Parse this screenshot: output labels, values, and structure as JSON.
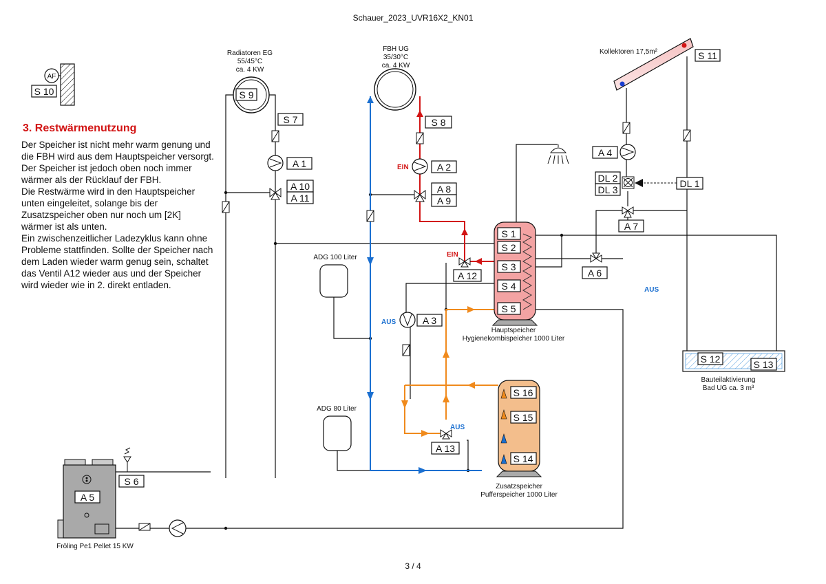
{
  "header": {
    "title": "Schauer_2023_UVR16X2_KN01"
  },
  "footer": {
    "page": "3 / 4"
  },
  "section": {
    "heading": "3. Restwärmenutzung",
    "lines": [
      "Der Speicher ist nicht mehr warm genung und",
      "die FBH wird aus dem Hauptspeicher versorgt.",
      "Der Speicher ist jedoch oben noch immer",
      "wärmer als der Rücklauf der FBH.",
      "Die Restwärme wird in den Hauptspeicher",
      "unten eingeleitet, solange bis der",
      "Zusatzspeicher oben nur noch um [2K]",
      "wärmer ist als unten.",
      "Ein zwischenzeitlicher Ladezyklus kann ohne",
      "Probleme stattfinden. Sollte der Speicher nach",
      "dem Laden wieder warm genug sein, schaltet",
      "das Ventil A12 wieder aus und der Speicher",
      "wird wieder wie in 2. direkt entladen."
    ]
  },
  "outdoor": {
    "icon_label": "AF",
    "sensor": "S 10"
  },
  "radiators": {
    "lines": [
      "Radiatoren EG",
      "55/45°C",
      "ca. 4 KW"
    ],
    "sensor_inside": "S 9"
  },
  "fbh": {
    "lines": [
      "FBH UG",
      "35/30°C",
      "ca. 4 KW"
    ]
  },
  "collectors": {
    "label": "Kollektoren 17,5m²",
    "sensor": "S 11"
  },
  "tags": {
    "s7": "S 7",
    "a1": "A 1",
    "a10": "A 10",
    "a11": "A 11",
    "s8": "S 8",
    "a2": "A 2",
    "a8": "A 8",
    "a9": "A 9",
    "a4": "A 4",
    "dl2": "DL 2",
    "dl3": "DL 3",
    "dl1": "DL 1",
    "a7": "A 7",
    "a12": "A 12",
    "a6": "A 6",
    "a3": "A 3",
    "a13": "A 13",
    "s6": "S 6",
    "a5": "A 5"
  },
  "status": {
    "a2_state": "EIN",
    "a12_state": "EIN",
    "a3_state": "AUS",
    "a13_state": "AUS",
    "a6_state": "AUS"
  },
  "main_tank": {
    "sensors": [
      "S 1",
      "S 2",
      "S 3",
      "S 4",
      "S 5"
    ],
    "lines": [
      "Hauptspeicher",
      "Hygienekombispeicher 1000 Liter"
    ]
  },
  "buffer_tank": {
    "sensors": [
      "S 16",
      "S 15",
      "S 14"
    ],
    "lines": [
      "Zusatzspeicher",
      "Pufferspeicher 1000 Liter"
    ]
  },
  "expansion": {
    "adg100": "ADG 100 Liter",
    "adg80": "ADG 80 Liter"
  },
  "slab": {
    "sensors": [
      "S 12",
      "S 13"
    ],
    "lines": [
      "Bauteilaktivierung",
      "Bad UG ca. 3 m³"
    ]
  },
  "boiler": {
    "label": "Fröling Pe1 Pellet 15 KW"
  },
  "colors": {
    "red": "#d21414",
    "blue": "#1a6fd0",
    "orange": "#f08a1c",
    "tank_red": "#f3a3a3",
    "tank_orange": "#f3be8c",
    "grey": "#aaaaaa"
  }
}
